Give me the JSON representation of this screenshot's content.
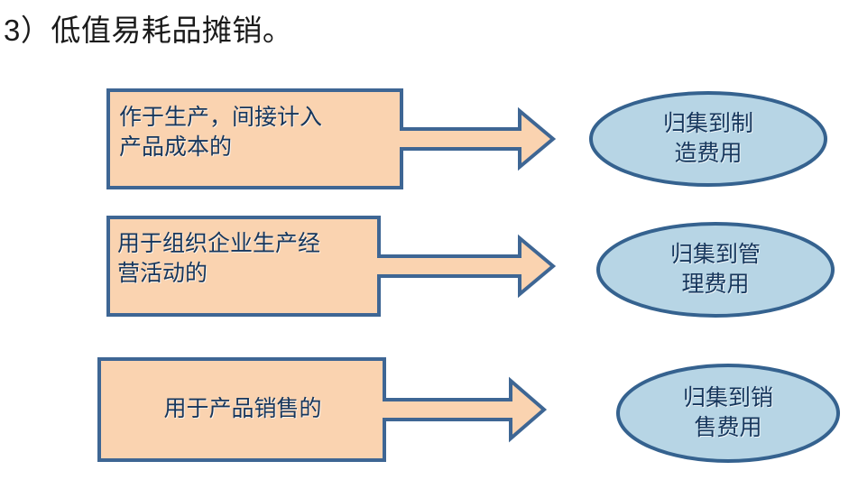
{
  "slide": {
    "title": "3）低值易耗品摊销。",
    "background_color": "#ffffff"
  },
  "colors": {
    "box_fill": "#fad3b0",
    "box_border": "#3e6694",
    "ellipse_fill": "#b7d5e5",
    "ellipse_border": "#35628f",
    "shape_text": "#16365c",
    "title_text": "#1a1a1a"
  },
  "flow": {
    "rows": [
      {
        "source_label": "作于生产，间接计入\n产品成本的",
        "arrow_name": "arrow-to-manufacturing-cost",
        "target_label": "归集到制\n造费用"
      },
      {
        "source_label": "用于组织企业生产经\n营活动的",
        "arrow_name": "arrow-to-administrative-expense",
        "target_label": "归集到管\n理费用"
      },
      {
        "source_label": "用于产品销售的",
        "arrow_name": "arrow-to-selling-expense",
        "target_label": "归集到销\n售费用"
      }
    ]
  }
}
